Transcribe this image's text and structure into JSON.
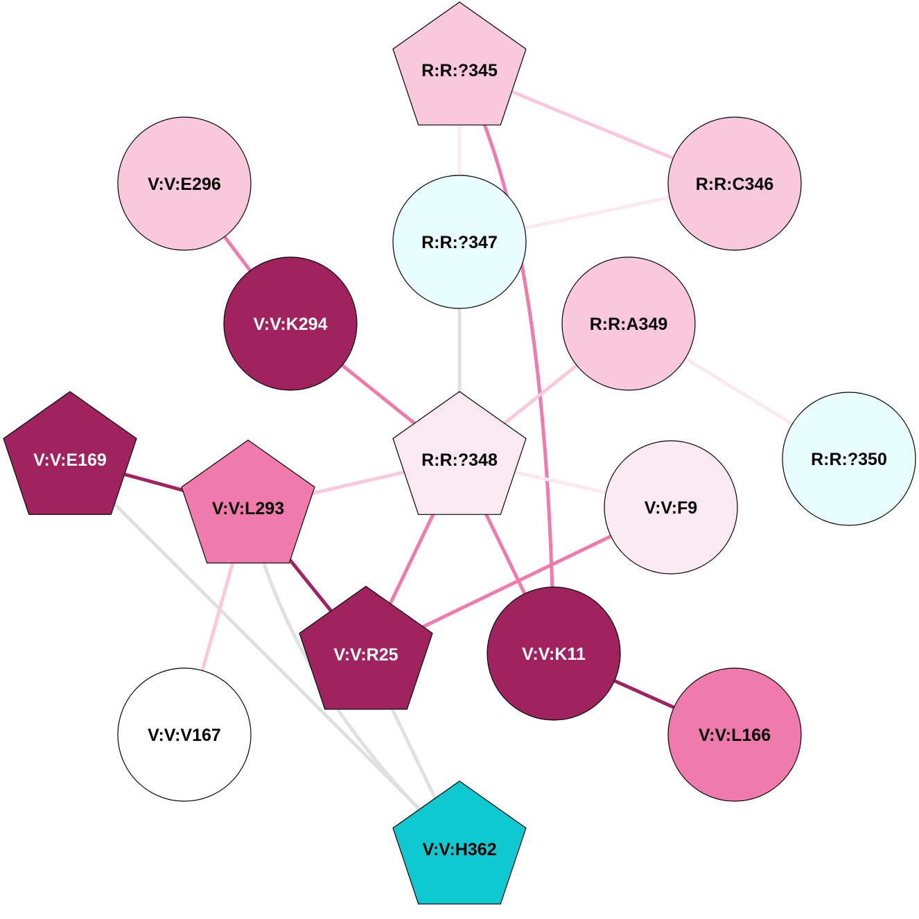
{
  "colors": {
    "dark": "#a0225e",
    "mid": "#f07aab",
    "light": "#f9c8dd",
    "faint": "#fbe9f1",
    "gray": "#e0e0e0",
    "cyan_light": "#e8fefe",
    "cyan": "#10c8d0",
    "white": "#ffffff"
  },
  "nodes": [
    {
      "id": "R:R:?345",
      "label": "R:R:?345",
      "shape": "pentagon",
      "fill": "light",
      "text": "#000"
    },
    {
      "id": "R:R:C346",
      "label": "R:R:C346",
      "shape": "circle",
      "fill": "light",
      "text": "#000"
    },
    {
      "id": "V:V:E296",
      "label": "V:V:E296",
      "shape": "circle",
      "fill": "light",
      "text": "#000"
    },
    {
      "id": "R:R:?347",
      "label": "R:R:?347",
      "shape": "circle",
      "fill": "cyan_light",
      "text": "#000"
    },
    {
      "id": "V:V:K294",
      "label": "V:V:K294",
      "shape": "circle",
      "fill": "dark",
      "text": "#fff"
    },
    {
      "id": "R:R:A349",
      "label": "R:R:A349",
      "shape": "circle",
      "fill": "light",
      "text": "#000"
    },
    {
      "id": "V:V:E169",
      "label": "V:V:E169",
      "shape": "pentagon",
      "fill": "dark",
      "text": "#fff"
    },
    {
      "id": "R:R:?348",
      "label": "R:R:?348",
      "shape": "pentagon",
      "fill": "faint",
      "text": "#000"
    },
    {
      "id": "R:R:?350",
      "label": "R:R:?350",
      "shape": "circle",
      "fill": "cyan_light",
      "text": "#000"
    },
    {
      "id": "V:V:L293",
      "label": "V:V:L293",
      "shape": "pentagon",
      "fill": "mid",
      "text": "#000"
    },
    {
      "id": "V:V:F9",
      "label": "V:V:F9",
      "shape": "circle",
      "fill": "faint",
      "text": "#000"
    },
    {
      "id": "V:V:R25",
      "label": "V:V:R25",
      "shape": "pentagon",
      "fill": "dark",
      "text": "#fff"
    },
    {
      "id": "V:V:K11",
      "label": "V:V:K11",
      "shape": "circle",
      "fill": "dark",
      "text": "#fff"
    },
    {
      "id": "V:V:V167",
      "label": "V:V:V167",
      "shape": "circle",
      "fill": "white",
      "text": "#000"
    },
    {
      "id": "V:V:L166",
      "label": "V:V:L166",
      "shape": "circle",
      "fill": "mid",
      "text": "#000"
    },
    {
      "id": "V:V:H362",
      "label": "V:V:H362",
      "shape": "pentagon",
      "fill": "cyan",
      "text": "#000"
    }
  ],
  "edges": [
    {
      "source": "R:R:?345",
      "target": "R:R:C346",
      "color": "light"
    },
    {
      "source": "R:R:?345",
      "target": "R:R:?347",
      "color": "faint"
    },
    {
      "source": "R:R:?345",
      "target": "V:V:K11",
      "color": "mid",
      "curved": true
    },
    {
      "source": "R:R:C346",
      "target": "R:R:?347",
      "color": "faint"
    },
    {
      "source": "R:R:?347",
      "target": "R:R:?348",
      "color": "gray"
    },
    {
      "source": "V:V:E296",
      "target": "V:V:K294",
      "color": "mid"
    },
    {
      "source": "V:V:K294",
      "target": "R:R:?348",
      "color": "mid"
    },
    {
      "source": "R:R:A349",
      "target": "R:R:?348",
      "color": "light"
    },
    {
      "source": "R:R:A349",
      "target": "R:R:?350",
      "color": "faint"
    },
    {
      "source": "R:R:?348",
      "target": "V:V:L293",
      "color": "light"
    },
    {
      "source": "R:R:?348",
      "target": "V:V:F9",
      "color": "faint"
    },
    {
      "source": "R:R:?348",
      "target": "V:V:R25",
      "color": "mid"
    },
    {
      "source": "R:R:?348",
      "target": "V:V:K11",
      "color": "mid"
    },
    {
      "source": "V:V:F9",
      "target": "V:V:R25",
      "color": "mid"
    },
    {
      "source": "V:V:E169",
      "target": "V:V:L293",
      "color": "dark"
    },
    {
      "source": "V:V:E169",
      "target": "V:V:H362",
      "color": "gray"
    },
    {
      "source": "V:V:L293",
      "target": "V:V:R25",
      "color": "dark"
    },
    {
      "source": "V:V:L293",
      "target": "V:V:V167",
      "color": "light"
    },
    {
      "source": "V:V:L293",
      "target": "V:V:H362",
      "color": "gray",
      "curved": true
    },
    {
      "source": "V:V:R25",
      "target": "V:V:H362",
      "color": "gray"
    },
    {
      "source": "V:V:K11",
      "target": "V:V:L166",
      "color": "dark"
    }
  ]
}
